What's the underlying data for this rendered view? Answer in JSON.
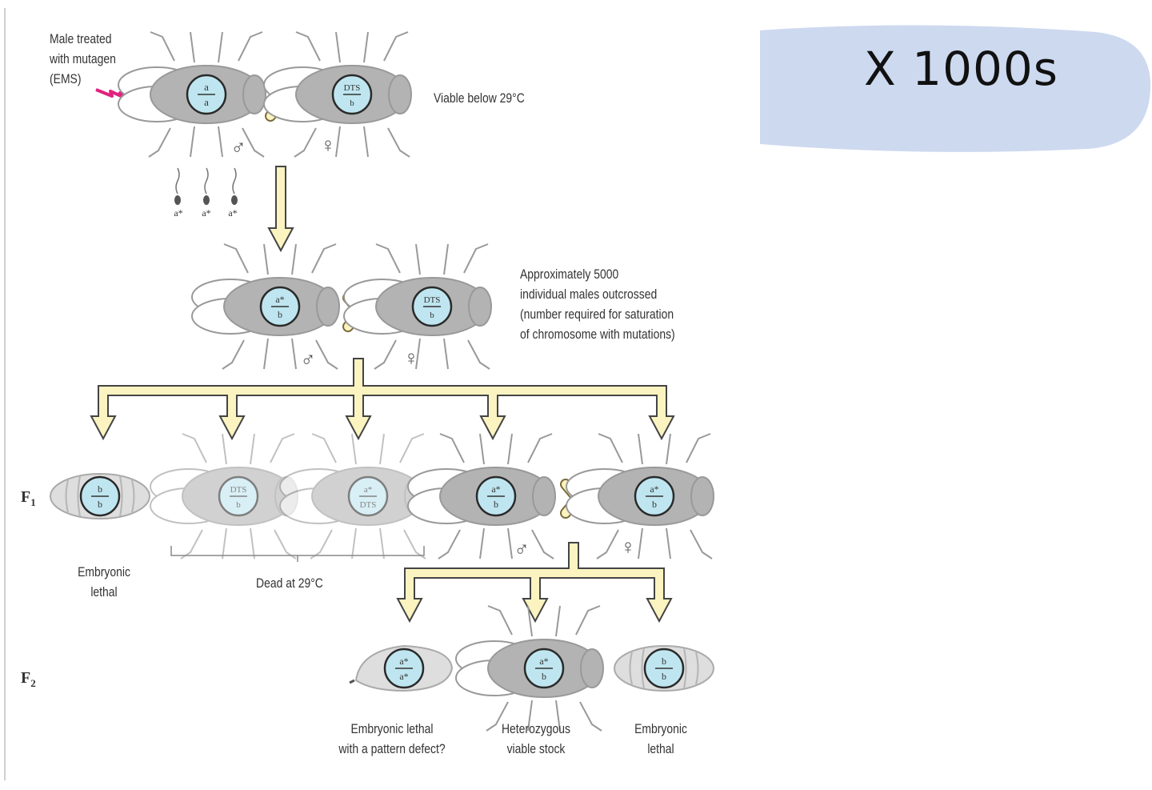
{
  "labels": {
    "male_treated": [
      "Male treated",
      "with mutagen",
      "(EMS)"
    ],
    "viable_below": "Viable below 29°C",
    "approx": [
      "Approximately 5000",
      "individual males outcrossed",
      "(number required for saturation",
      "of chromosome with mutations)"
    ],
    "f1_embryonic_lethal": [
      "Embryonic",
      "lethal"
    ],
    "dead_at": "Dead at 29°C",
    "f2_pattern": [
      "Embryonic lethal",
      "with a pattern defect?"
    ],
    "f2_stock": [
      "Heterozygous",
      "viable stock"
    ],
    "f2_lethal": [
      "Embryonic",
      "lethal"
    ]
  },
  "generations": {
    "f1": "F",
    "f1_sub": "1",
    "f2": "F",
    "f2_sub": "2"
  },
  "genotypes": {
    "p_male": [
      "a",
      "a"
    ],
    "p_female": [
      "DTS",
      "b"
    ],
    "outcross_male": [
      "a*",
      "b"
    ],
    "outcross_female": [
      "DTS",
      "b"
    ],
    "f1_1": [
      "b",
      "b"
    ],
    "f1_2": [
      "DTS",
      "b"
    ],
    "f1_3": [
      "a*",
      "DTS"
    ],
    "f1_4": [
      "a*",
      "b"
    ],
    "f1_5": [
      "a*",
      "b"
    ],
    "f2_1": [
      "a*",
      "a*"
    ],
    "f2_2": [
      "a*",
      "b"
    ],
    "f2_3": [
      "b",
      "b"
    ]
  },
  "sperm_labels": [
    "a*",
    "a*",
    "a*"
  ],
  "symbols": {
    "male": "♂",
    "female": "♀"
  },
  "note": "X 1000s",
  "colors": {
    "disc": "#bfe6f0",
    "arrow": "#fbf3c0",
    "note_bg": "#cdd9ef",
    "mutagen": "#e0217f"
  }
}
